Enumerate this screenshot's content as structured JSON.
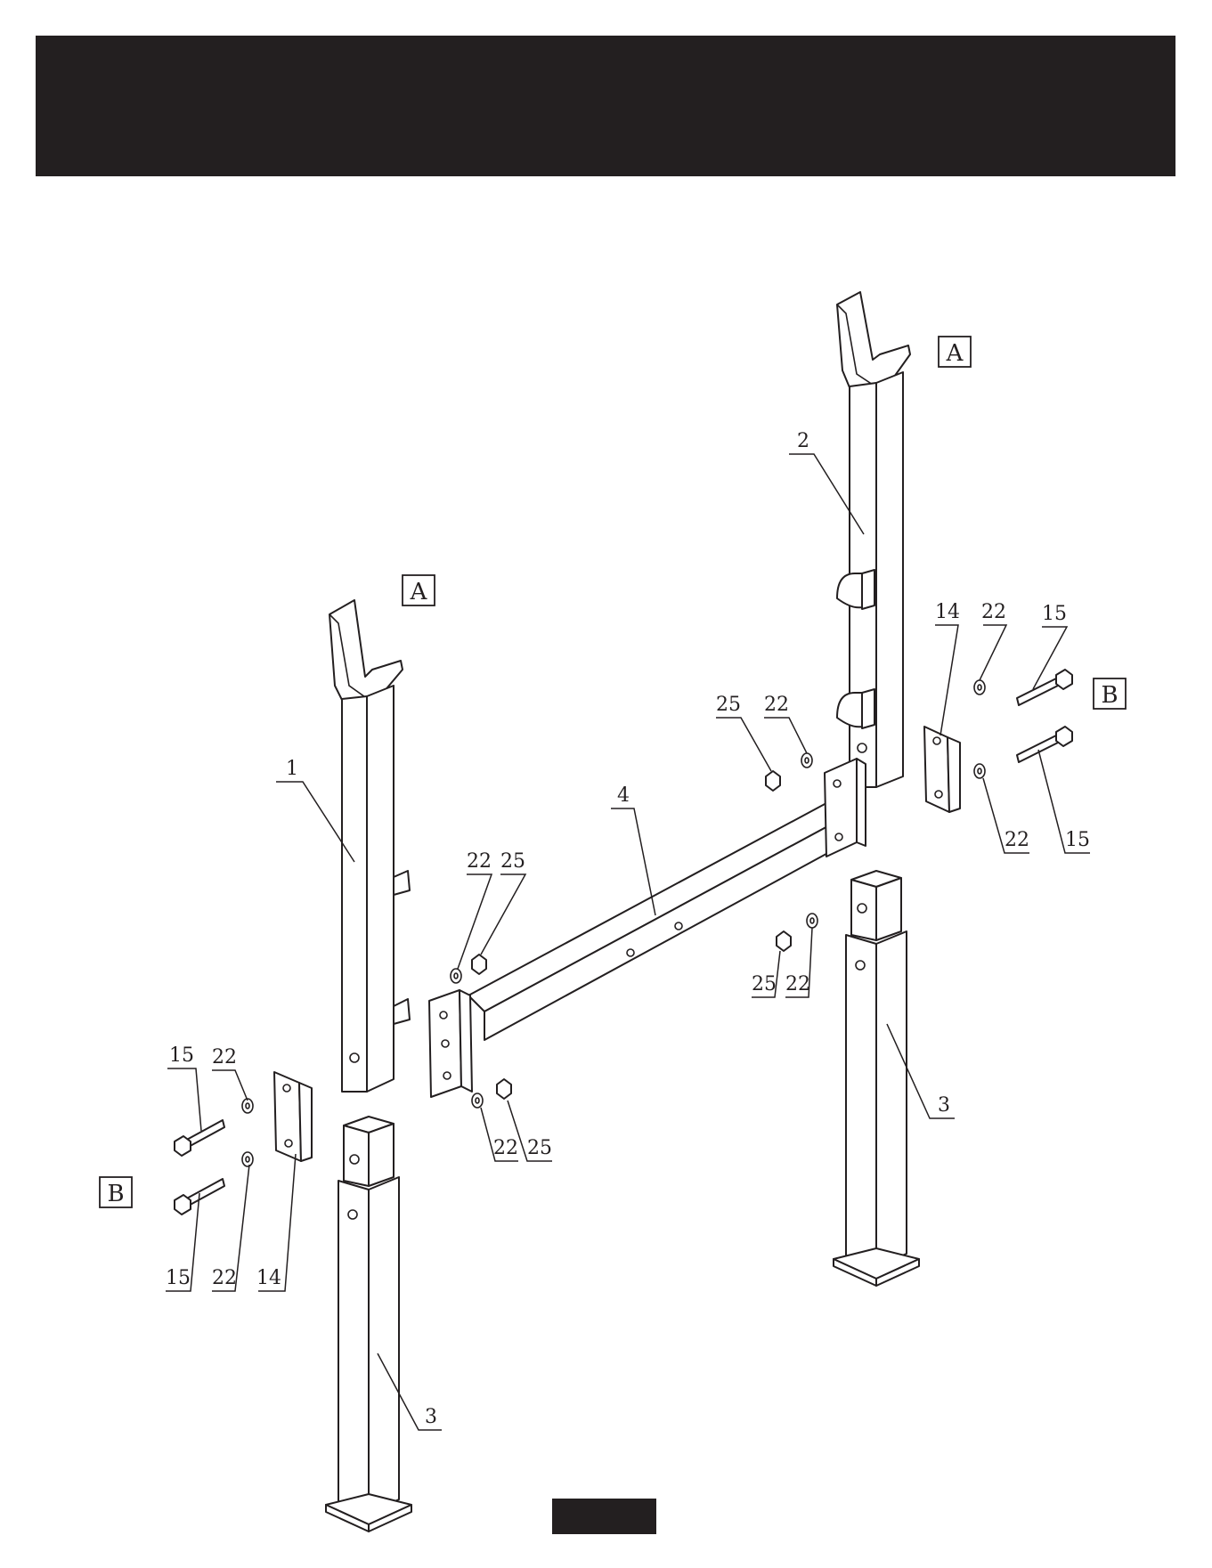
{
  "diagram": {
    "part_labels": {
      "p1": "1",
      "p2": "2",
      "p3_left": "3",
      "p3_right": "3",
      "p4": "4",
      "p14_left": "14",
      "p14_right": "14",
      "p15_left_top": "15",
      "p15_left_bottom": "15",
      "p15_right_top": "15",
      "p15_right_bottom": "15",
      "p22_left_top": "22",
      "p22_left_bottom": "22",
      "p22_right_top": "22",
      "p22_right_bottom": "22",
      "p22_beam_left_top": "22",
      "p22_beam_left_bottom": "22",
      "p22_beam_right_top": "22",
      "p22_beam_right_bottom": "22",
      "p25_beam_left_top": "25",
      "p25_beam_left_bottom": "25",
      "p25_beam_right_top": "25",
      "p25_beam_right_bottom": "25"
    },
    "callouts": {
      "a_left": "A",
      "a_right": "A",
      "b_left": "B",
      "b_right": "B"
    }
  },
  "colors": {
    "ink": "#231f20",
    "paper": "#ffffff"
  }
}
